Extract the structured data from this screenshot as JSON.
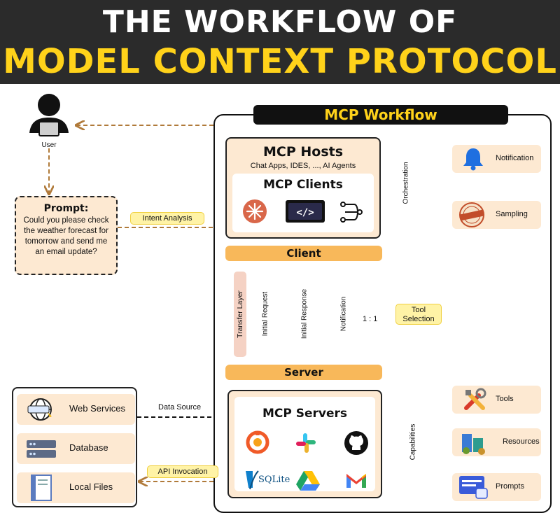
{
  "header": {
    "line1": "THE WORKFLOW OF",
    "line2": "MODEL CONTEXT PROTOCOL"
  },
  "user": {
    "label": "User"
  },
  "prompt": {
    "heading": "Prompt:",
    "text": "Could you please check the weather forecast for tomorrow and send me an email update?"
  },
  "workflow": {
    "title": "MCP Workflow",
    "hosts": {
      "title": "MCP Hosts",
      "subtitle": "Chat Apps, IDES, ..., AI Agents"
    },
    "clients": {
      "title": "MCP Clients"
    },
    "client_bar": "Client",
    "server_bar": "Server",
    "transfer_layer": "Transfer Layer",
    "arrows": {
      "initial_request": "Initial Request",
      "initial_response": "Initial Response",
      "notification": "Notification",
      "ratio": "1 : 1"
    },
    "servers": {
      "title": "MCP Servers",
      "sqlite_label": "SQLite"
    }
  },
  "labels": {
    "intent_analysis": "Intent Analysis",
    "orchestration": "Orchestration",
    "tool_selection": "Tool Selection",
    "capabilities": "Capabilities",
    "data_source": "Data Source",
    "api_invocation": "API Invocation"
  },
  "orchestration_targets": [
    {
      "label": "Notification",
      "icon": "bell-icon"
    },
    {
      "label": "Sampling",
      "icon": "sample-stamp-icon"
    }
  ],
  "capability_targets": [
    {
      "label": "Tools",
      "icon": "tools-icon"
    },
    {
      "label": "Resources",
      "icon": "resources-icon"
    },
    {
      "label": "Prompts",
      "icon": "prompts-icon"
    }
  ],
  "resources": [
    {
      "label": "Web Services",
      "icon": "globe-icon"
    },
    {
      "label": "Database",
      "icon": "database-icon"
    },
    {
      "label": "Local Files",
      "icon": "file-icon"
    }
  ],
  "colors": {
    "header_bg": "#2b2b2b",
    "title_yellow": "#ffd21a",
    "peach": "#fde9d2",
    "bar_orange": "#f8b85a",
    "dashed_brown": "#b07a3a",
    "tag_yellow": "#fff3a6"
  }
}
